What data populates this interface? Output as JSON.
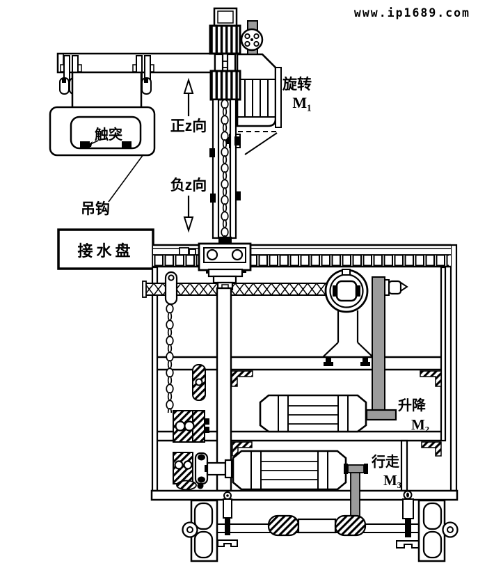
{
  "watermark": {
    "text": "www.ip1689.com"
  },
  "labels": {
    "rotation": {
      "name": "旋转",
      "motor": "M₁"
    },
    "positive_z": {
      "text": "正z向"
    },
    "negative_z": {
      "text": "负z向"
    },
    "contact": {
      "text": "触突"
    },
    "hook": {
      "text": "吊钩"
    },
    "water_tray": {
      "text": "接水盘"
    },
    "lift": {
      "name": "升降",
      "motor": "M₂"
    },
    "travel": {
      "name": "行走",
      "motor": "M₃"
    }
  },
  "colors": {
    "line": "#000000",
    "background": "#ffffff",
    "belt": "#9b9b9b",
    "watermark": "#f5afc0"
  }
}
